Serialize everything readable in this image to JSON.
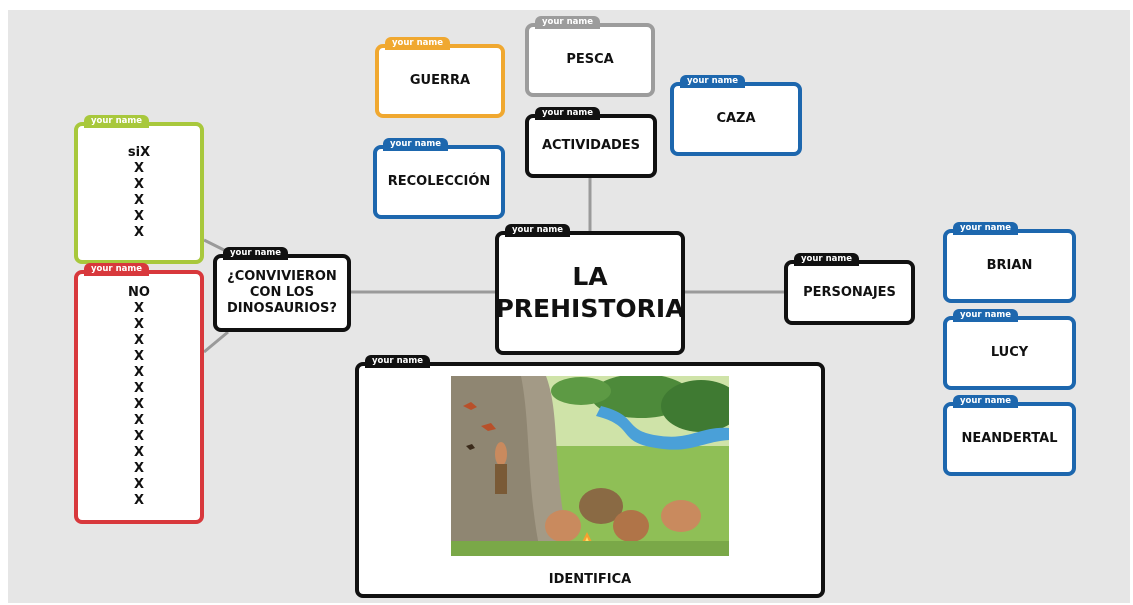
{
  "colors": {
    "black": "#111111",
    "orange": "#f0a830",
    "gray": "#9c9c9c",
    "blue": "#1d67ae",
    "green": "#a8c83c",
    "red": "#d8383c",
    "connector": "#9a9a9a"
  },
  "tag_label": "your name",
  "nodes": {
    "center": {
      "label_line1": "LA",
      "label_line2": "PREHISTORIA"
    },
    "actividades": {
      "label": "ACTIVIDADES"
    },
    "guerra": {
      "label": "GUERRA"
    },
    "pesca": {
      "label": "PESCA"
    },
    "caza": {
      "label": "CAZA"
    },
    "recoleccion": {
      "label": "RECOLECCIÓN"
    },
    "dinosaurios": {
      "line1": "¿CONVIVIERON",
      "line2": "CON LOS",
      "line3": "DINOSAURIOS?"
    },
    "si": {
      "items": [
        "siX",
        "X",
        "X",
        "X",
        "X",
        "X"
      ]
    },
    "no": {
      "items": [
        "NO",
        "X",
        "X",
        "X",
        "X",
        "X",
        "X",
        "X",
        "X",
        "X",
        "X",
        "X",
        "X",
        "X"
      ]
    },
    "personajes": {
      "label": "PERSONAJES"
    },
    "brian": {
      "label": "BRIAN"
    },
    "lucy": {
      "label": "LUCY"
    },
    "neandertal": {
      "label": "NEANDERTAL"
    },
    "identifica": {
      "label": "IDENTIFICA",
      "image_alt": "prehistoric-scene-illustration"
    }
  }
}
